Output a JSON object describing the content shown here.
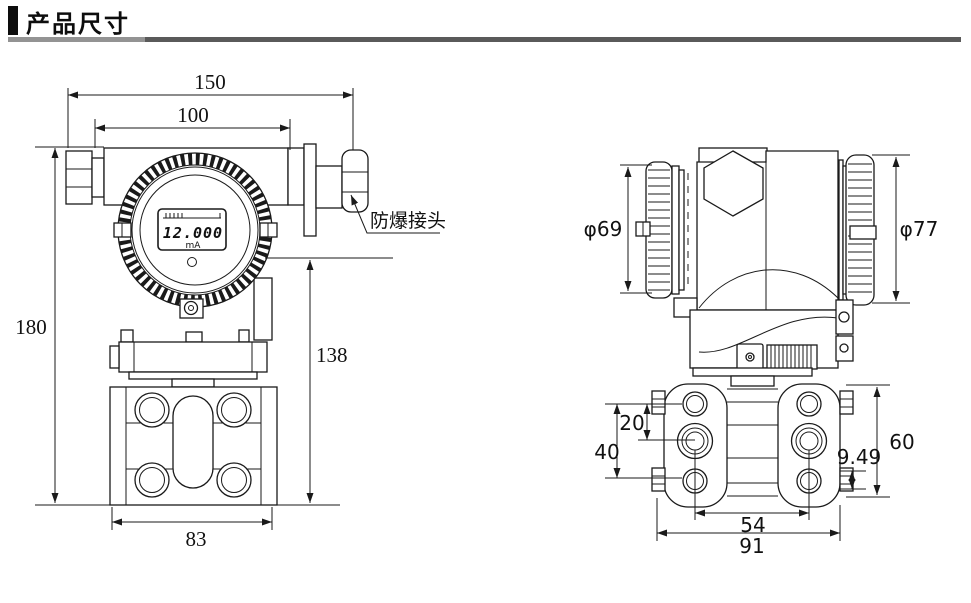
{
  "header": {
    "title": "产品尺寸"
  },
  "front_view": {
    "dims": {
      "total_width": "150",
      "body_width": "100",
      "total_height": "180",
      "body_height": "138",
      "flange_width": "83"
    },
    "lcd": {
      "value": "12.000",
      "unit": "mA"
    },
    "callout": {
      "label": "防爆接头"
    }
  },
  "side_view": {
    "dims": {
      "rear_cover_dia": "φ69",
      "front_cover_dia": "φ77",
      "bolt_span_v": "40",
      "bolt_offset": "20",
      "flange_height": "60",
      "edge_offset": "9.49",
      "bolt_span_h": "54",
      "flange_width": "91"
    }
  }
}
